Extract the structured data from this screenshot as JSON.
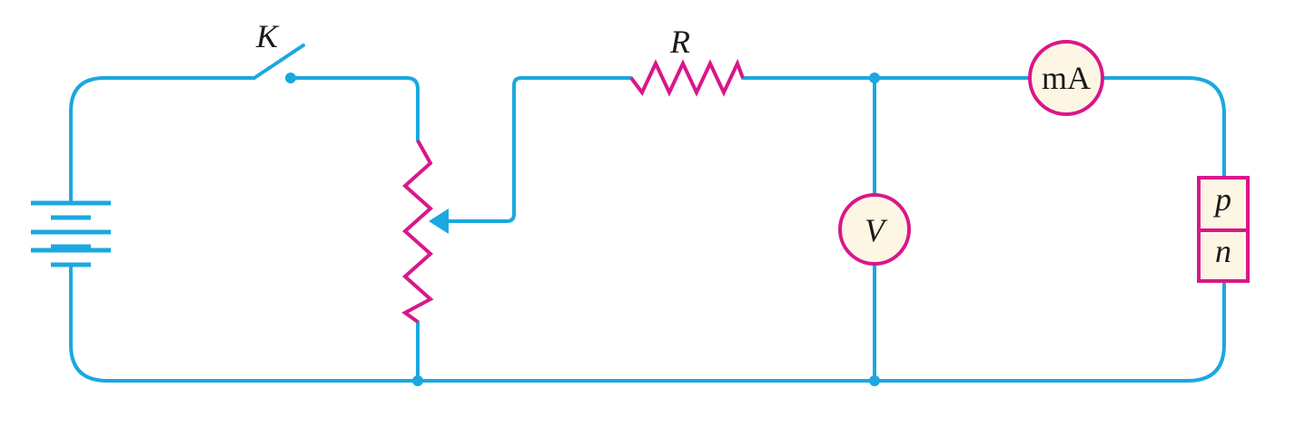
{
  "labels": {
    "switch": "K",
    "resistor": "R",
    "ammeter": "mA",
    "voltmeter": "V",
    "diode_p": "p",
    "diode_n": "n"
  },
  "colors": {
    "wire": "#1ba8e0",
    "component": "#d9178a",
    "meter_fill": "#fdf6e4"
  }
}
